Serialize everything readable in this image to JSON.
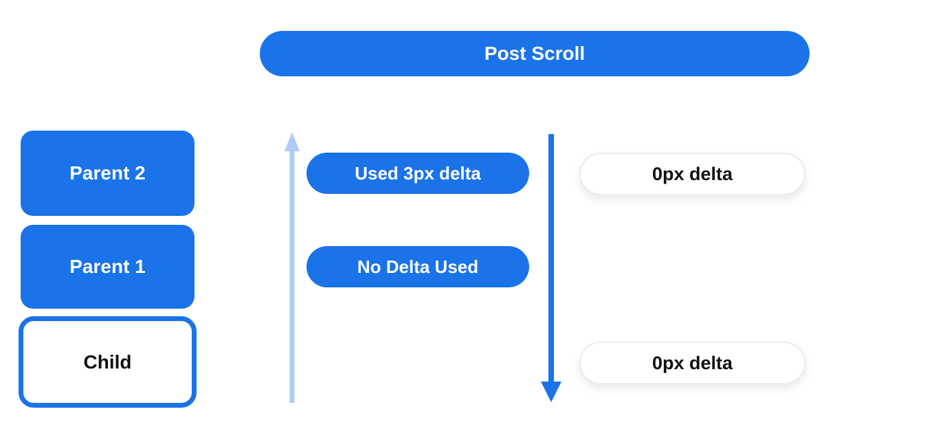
{
  "diagram": {
    "title": "Post Scroll",
    "header": {
      "label": "Post Scroll"
    },
    "boxes": [
      {
        "id": "parent-2",
        "label": "Parent 2",
        "style": "filled-blue"
      },
      {
        "id": "parent-1",
        "label": "Parent 1",
        "style": "filled-blue"
      },
      {
        "id": "child",
        "label": "Child",
        "style": "outlined-blue"
      }
    ],
    "pills": [
      {
        "id": "used-3px-delta",
        "label": "Used 3px delta",
        "style": "filled-blue"
      },
      {
        "id": "no-delta-used",
        "label": "No Delta Used",
        "style": "filled-blue"
      },
      {
        "id": "zero-delta-top",
        "label": "0px delta",
        "style": "outlined-white"
      },
      {
        "id": "zero-delta-bottom",
        "label": "0px delta",
        "style": "outlined-white"
      }
    ],
    "arrows": [
      {
        "id": "scroll-up-arrow",
        "direction": "up",
        "color": "#aecbfa"
      },
      {
        "id": "scroll-down-arrow",
        "direction": "down",
        "color": "#1a73e8"
      }
    ],
    "colors": {
      "primary_blue": "#1a73e8",
      "light_blue": "#aecbfa",
      "pill_border_gray": "#ececec",
      "text_white": "#ffffff",
      "text_black": "#111111",
      "background": "#ffffff"
    }
  }
}
